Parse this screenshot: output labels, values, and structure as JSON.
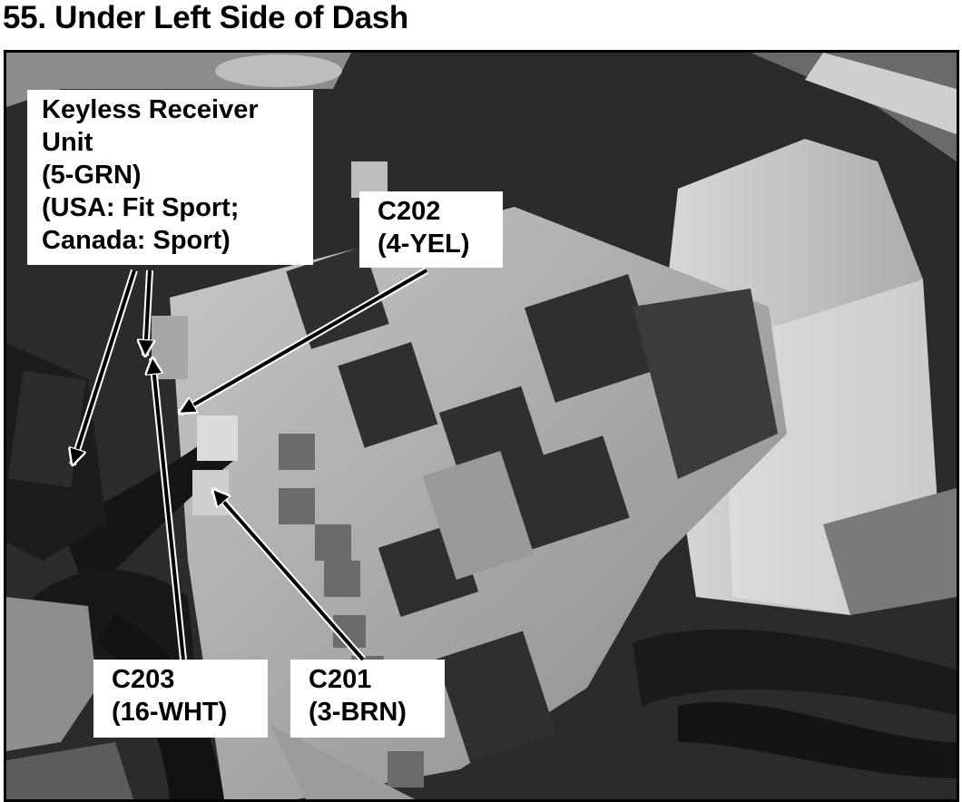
{
  "figure": {
    "title": "55. Under Left Side of Dash"
  },
  "callouts": {
    "keyless": {
      "lines": [
        "Keyless Receiver",
        "Unit",
        "(5-GRN)",
        "(USA: Fit Sport;",
        "Canada: Sport)"
      ]
    },
    "c202": {
      "lines": [
        "C202",
        "(4-YEL)"
      ]
    },
    "c203": {
      "lines": [
        "C203",
        "(16-WHT)"
      ]
    },
    "c201": {
      "lines": [
        "C201",
        "(3-BRN)"
      ]
    }
  },
  "colors": {
    "photo_dark": "#1e1e1e",
    "photo_mid": "#5a5a5a",
    "photo_light": "#bdbdbd",
    "label_bg": "#ffffff",
    "text": "#000000"
  }
}
